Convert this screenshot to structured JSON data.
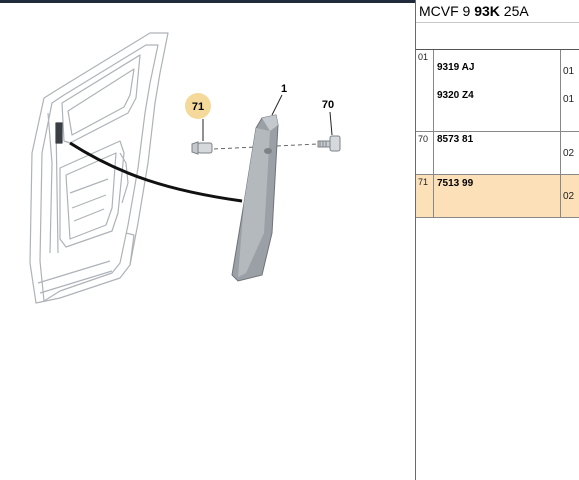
{
  "panel": {
    "header_prefix": "MCVF 9 ",
    "header_bold": "93K",
    "header_suffix": " 25A"
  },
  "callouts": {
    "trim": "1",
    "screw": "70",
    "clip": "71"
  },
  "parts": [
    {
      "ref": "01",
      "part_a": "9319 AJ",
      "qty_a": "01",
      "part_b": "9320 Z4",
      "qty_b": "01"
    },
    {
      "ref": "70",
      "part": "8573 81",
      "qty": "02"
    },
    {
      "ref": "71",
      "part": "7513 99",
      "qty": "02",
      "highlighted": true
    }
  ],
  "colors": {
    "highlight": "#fbe0b8",
    "callout_circle": "#f5d99a",
    "line_art": "#aeb3b8",
    "trim_piece": "#9aa0a6"
  }
}
